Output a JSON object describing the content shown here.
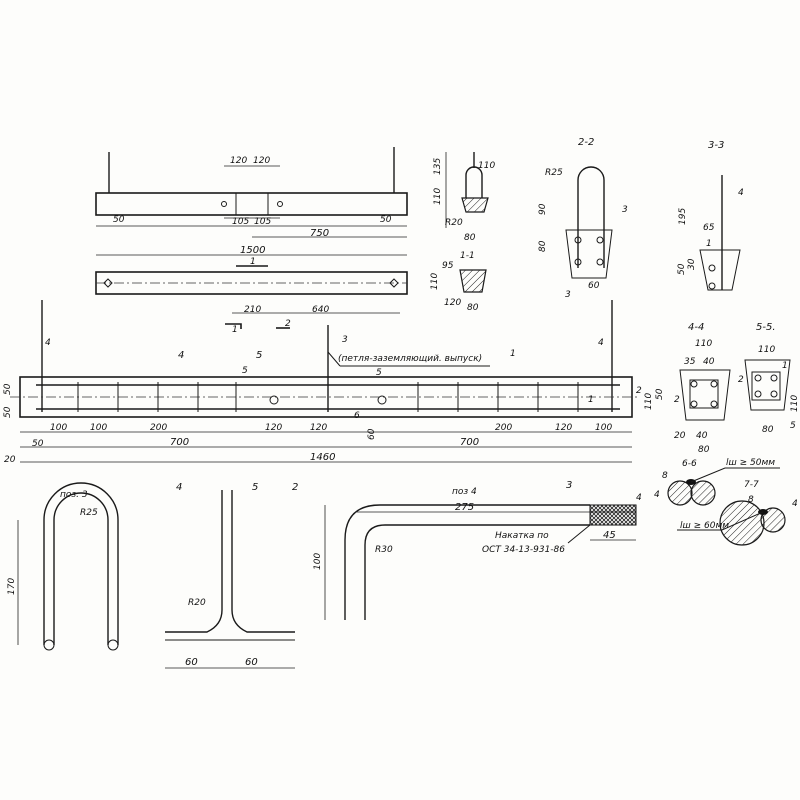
{
  "top_view": {
    "d120a": "120",
    "d120b": "120",
    "d105a": "105",
    "d105b": "105",
    "d50a": "50",
    "d50b": "50",
    "d750": "750",
    "d1500": "1500"
  },
  "plan_view": {
    "s1a": "1",
    "s1b": "1",
    "d210": "210",
    "d640": "640",
    "s2": "2"
  },
  "detail_1": {
    "d135": "135",
    "d110": "110",
    "d110b": "110",
    "d80": "80",
    "r20": "R20"
  },
  "section_1_1": {
    "title": "1-1",
    "d95": "95",
    "d110": "110",
    "d120": "120",
    "d80": "80"
  },
  "section_2_2": {
    "title": "2-2",
    "r25": "R25",
    "d90": "90",
    "d80": "80",
    "d60": "60",
    "pos3": "3",
    "cut3": "3"
  },
  "section_3_3": {
    "title": "3-3",
    "pos4": "4",
    "d195": "195",
    "d65": "65",
    "pos1": "1",
    "d50": "50",
    "d30": "30"
  },
  "main_view": {
    "pos4a": "4",
    "pos4b": "4",
    "cut4": "4",
    "cut5": "5",
    "pos3": "3",
    "note": "(петля-заземляющий. выпуск)",
    "pos5a": "5",
    "pos5b": "5",
    "pos1": "1",
    "pos1b": "1",
    "pos2": "2",
    "pos6": "6",
    "d50a": "50",
    "d50b": "50",
    "d100a": "100",
    "d100b": "100",
    "d200a": "200",
    "d120a": "120",
    "d120b": "120",
    "d60": "60",
    "d200b": "200",
    "d120c": "120",
    "d100c": "100",
    "d700a": "700",
    "d700b": "700",
    "d1460": "1460",
    "d20": "20",
    "d50c": "50",
    "cut4b": "4",
    "cut5b": "5",
    "cut2": "2",
    "cut3": "3"
  },
  "section_4_4": {
    "title": "4-4",
    "d110": "110",
    "d35": "35",
    "d40": "40",
    "d50": "50",
    "d20": "20",
    "d40b": "40",
    "d80": "80",
    "d110v": "110",
    "pos2": "2"
  },
  "section_5_5": {
    "title": "5-5.",
    "d110": "110",
    "d80": "80",
    "d110v": "110",
    "pos1": "1",
    "pos2": "2",
    "pos5": "5"
  },
  "section_6_6": {
    "title": "6-6",
    "d8": "8",
    "d4": "4",
    "weld": "lш ≥ 50мм"
  },
  "section_7_7": {
    "title": "7-7",
    "d8": "8",
    "d4": "4",
    "weld": "lш ≥ 60мм"
  },
  "pos_3": {
    "title": "поз. 3",
    "r25": "R25",
    "d170": "170"
  },
  "pos_5": {
    "cut4": "4",
    "cut5": "5",
    "cut2": "2",
    "r20": "R20",
    "d60a": "60",
    "d60b": "60"
  },
  "pos_4": {
    "title": "поз 4",
    "d275": "275",
    "d100": "100",
    "r30": "R30",
    "d45": "45",
    "note1": "Накатка по",
    "note2": "ОСТ 34-13-931-86",
    "d4": "4"
  }
}
